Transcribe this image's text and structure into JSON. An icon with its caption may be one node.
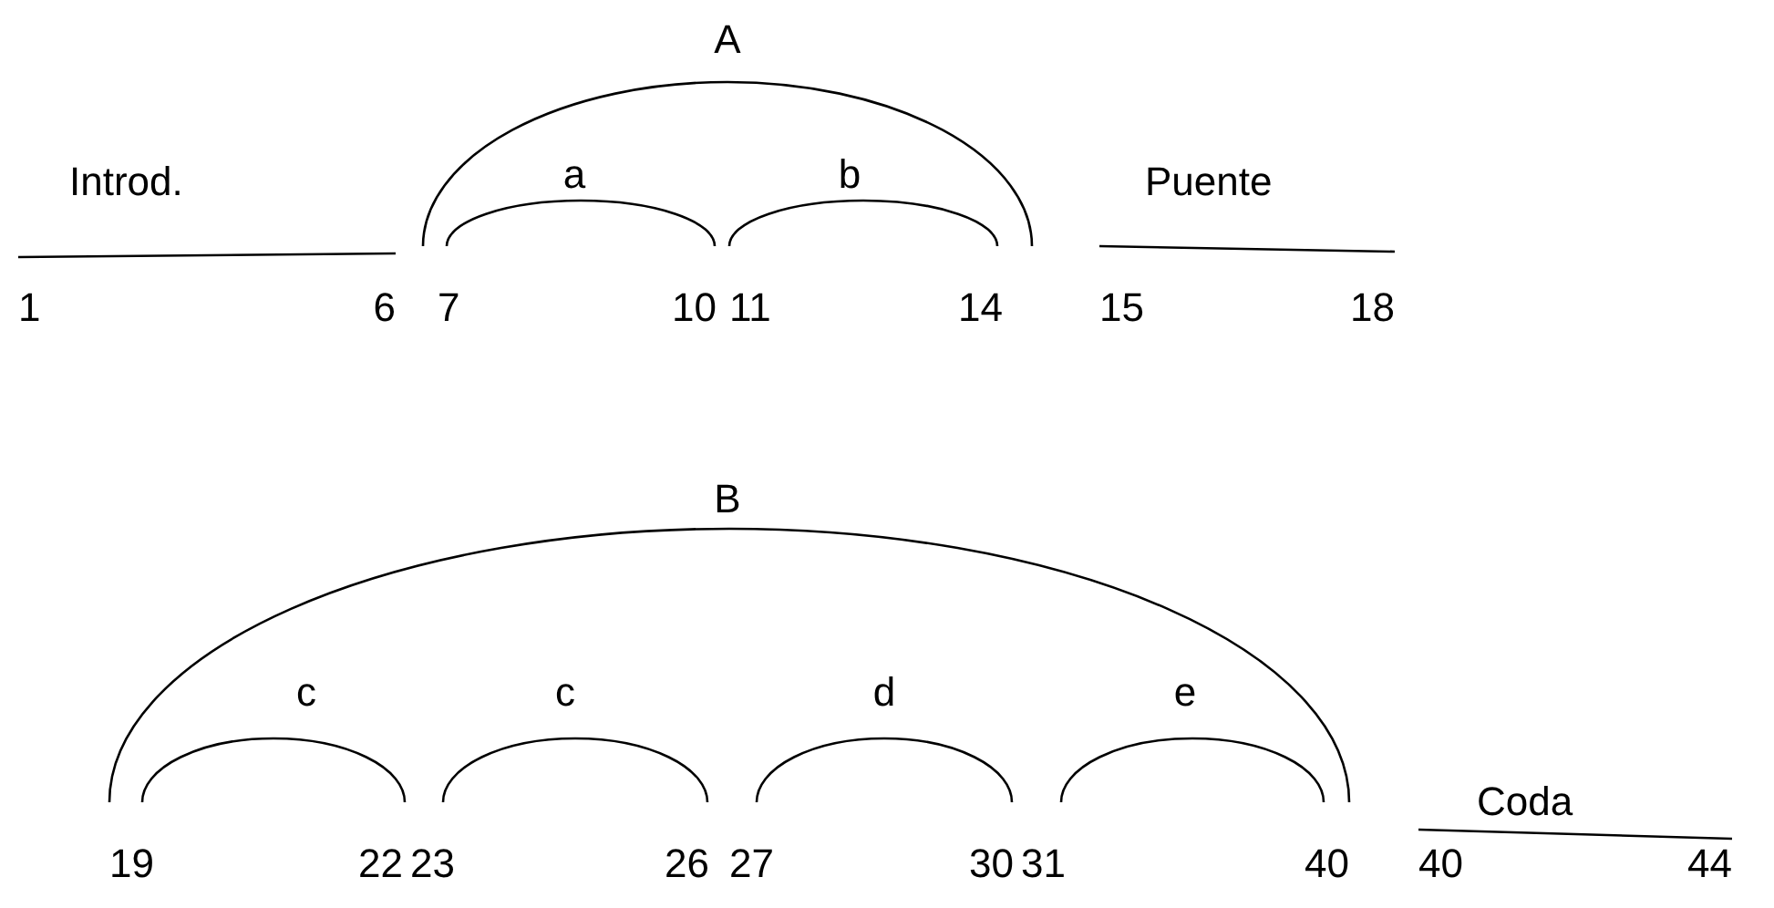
{
  "diagram": {
    "nodes": [
      {
        "text": [
          "Introd."
        ],
        "beside": [
          "1",
          "6"
        ]
      },
      {
        "text": [
          "A"
        ]
      },
      {
        "text": [
          "a"
        ],
        "in": 1,
        "beside": [
          "7",
          "10"
        ]
      },
      {
        "text": [
          "b"
        ],
        "in": 1,
        "beside": [
          "11",
          "14"
        ]
      },
      {
        "text": [
          "Puente"
        ],
        "beside": [
          "15",
          "18"
        ]
      },
      {
        "text": [
          "B"
        ]
      },
      {
        "text": [
          "c"
        ],
        "in": 5,
        "beside": [
          "19",
          "22"
        ]
      },
      {
        "text": [
          "c"
        ],
        "in": 5,
        "beside": [
          "23",
          "26"
        ]
      },
      {
        "text": [
          "d"
        ],
        "in": 5,
        "beside": [
          "27",
          "30"
        ]
      },
      {
        "text": [
          "e"
        ],
        "in": 5,
        "beside": [
          "31",
          "40"
        ]
      },
      {
        "text": [
          "Coda"
        ],
        "beside": [
          "40",
          "44"
        ]
      }
    ]
  }
}
